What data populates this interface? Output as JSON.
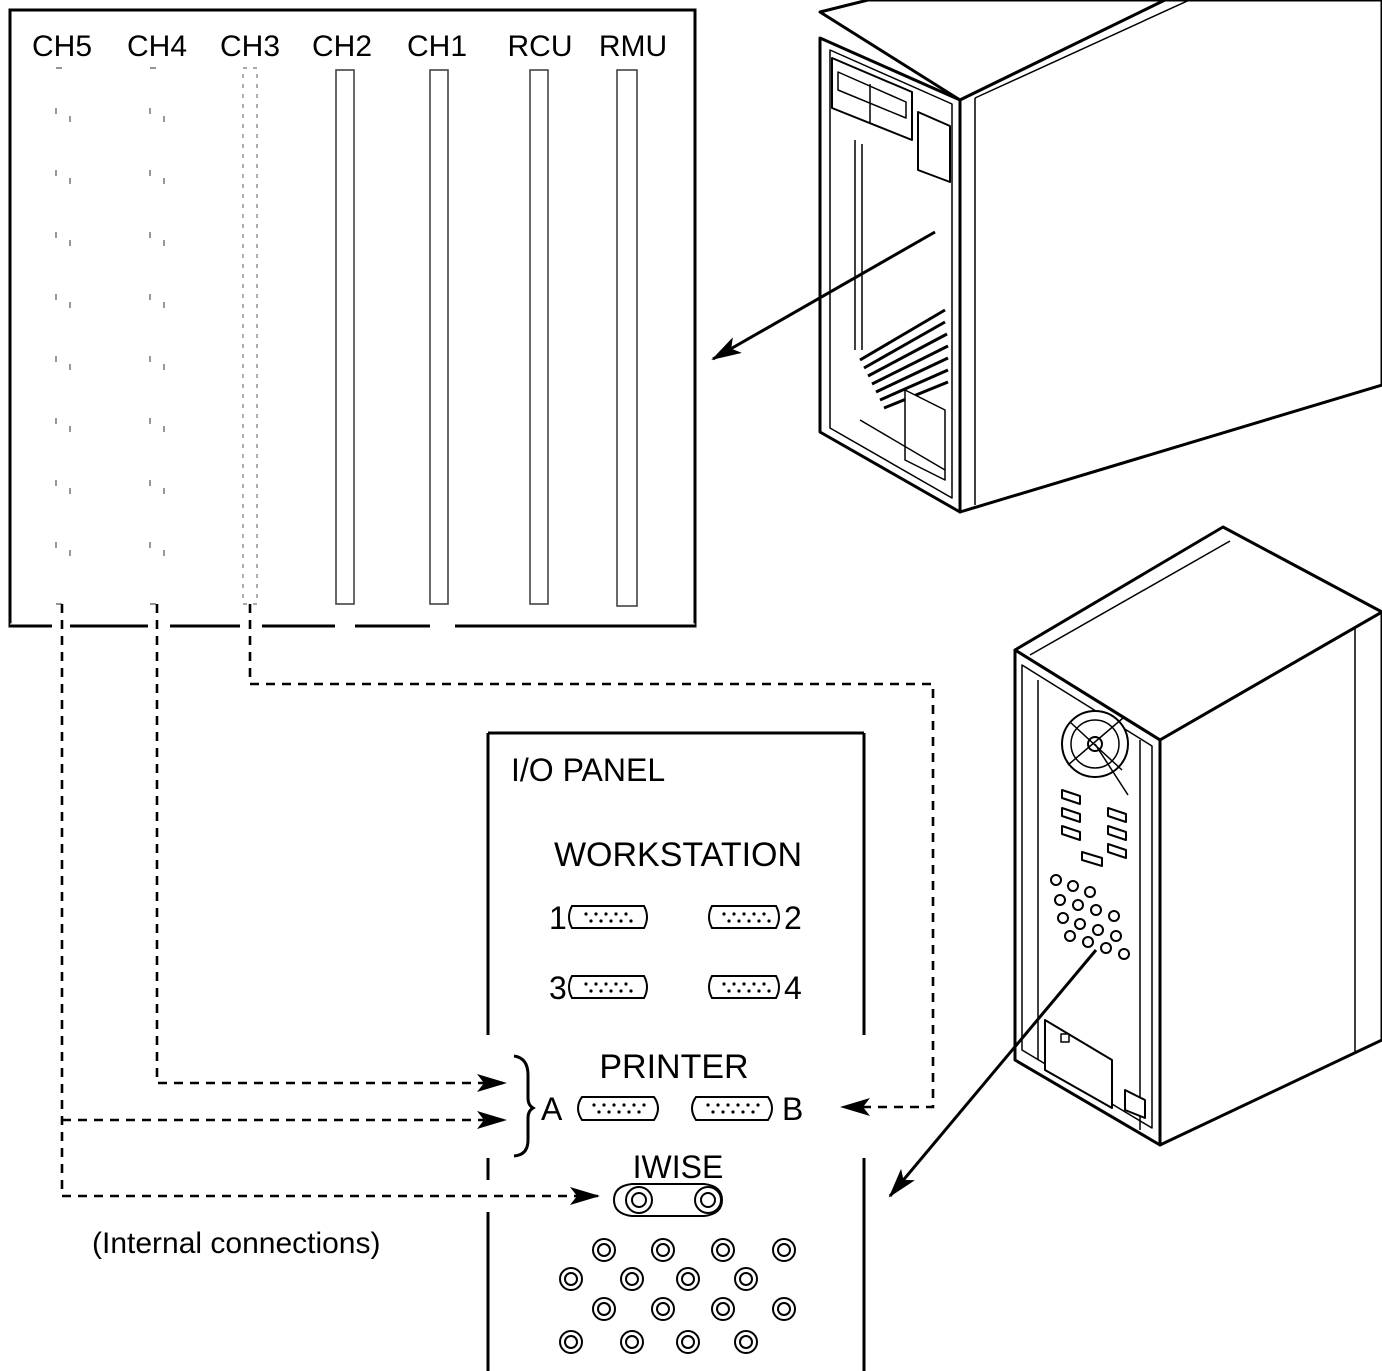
{
  "slot_panel": {
    "slots": [
      "CH5",
      "CH4",
      "CH3",
      "CH2",
      "CH1",
      "RCU",
      "RMU"
    ]
  },
  "io_panel": {
    "title": "I/O PANEL",
    "workstation_heading": "WORKSTATION",
    "workstation_ports": [
      "1",
      "2",
      "3",
      "4"
    ],
    "printer_heading": "PRINTER",
    "printer_ports": [
      "A",
      "B"
    ],
    "iwise_heading": "IWISE"
  },
  "note": "(Internal connections)",
  "colors": {
    "ink": "#000000",
    "paper": "#ffffff"
  }
}
